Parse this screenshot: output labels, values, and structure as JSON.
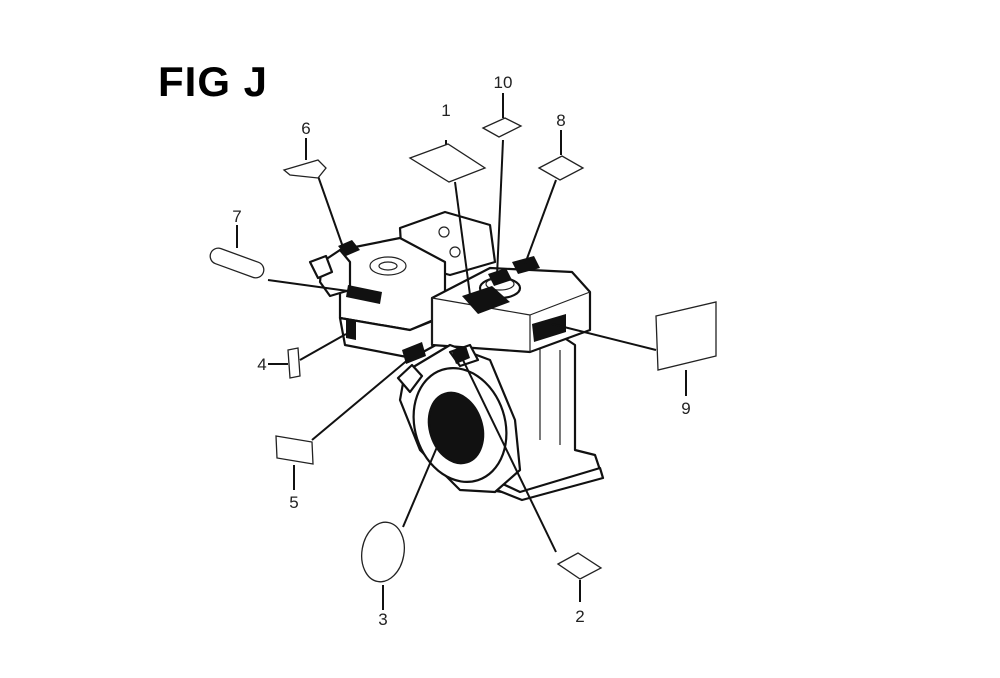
{
  "figure": {
    "title": "FIG J"
  },
  "callouts": [
    {
      "id": "1",
      "text": "1"
    },
    {
      "id": "2",
      "text": "2"
    },
    {
      "id": "3",
      "text": "3"
    },
    {
      "id": "4",
      "text": "4"
    },
    {
      "id": "5",
      "text": "5"
    },
    {
      "id": "6",
      "text": "6"
    },
    {
      "id": "7",
      "text": "7"
    },
    {
      "id": "8",
      "text": "8"
    },
    {
      "id": "9",
      "text": "9"
    },
    {
      "id": "10",
      "text": "10"
    }
  ],
  "colors": {
    "line": "#111111",
    "background": "#ffffff",
    "decal": "#111111"
  }
}
